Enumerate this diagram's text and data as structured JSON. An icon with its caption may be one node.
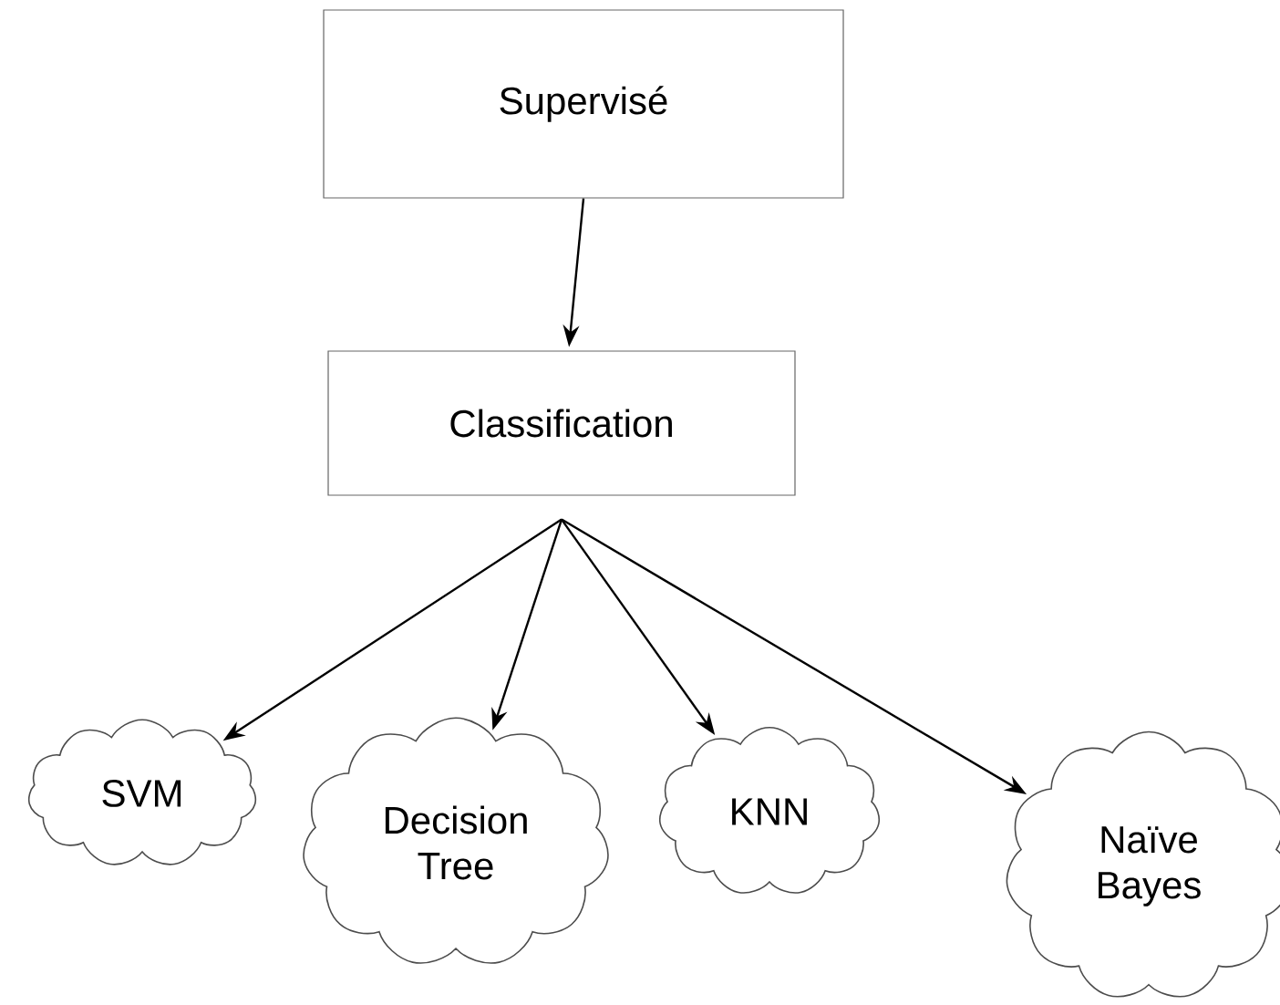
{
  "diagram": {
    "nodes": [
      {
        "text": [
          "Supervisé"
        ]
      },
      {
        "text": [
          "Classification"
        ]
      },
      {
        "text": [
          "SVM"
        ]
      },
      {
        "text": [
          "Decision Tree"
        ]
      },
      {
        "text": [
          "KNN"
        ]
      },
      {
        "text": [
          "Naïve Bayes"
        ]
      }
    ],
    "edges": [
      {
        "from": 0,
        "to": 1,
        "arrow": "to"
      },
      {
        "from": 1,
        "to": 2,
        "arrow": "to"
      },
      {
        "from": 1,
        "to": 3,
        "arrow": "to"
      },
      {
        "from": 1,
        "to": 4,
        "arrow": "to"
      },
      {
        "from": 1,
        "to": 5,
        "arrow": "to"
      }
    ]
  }
}
